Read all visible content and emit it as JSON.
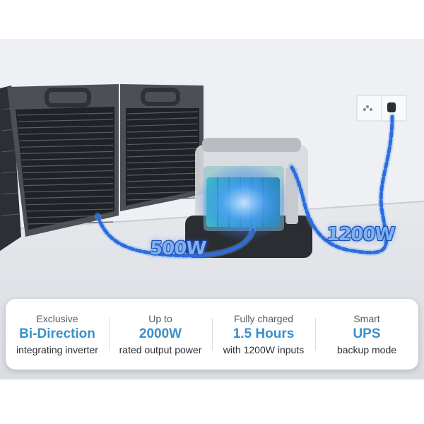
{
  "scene": {
    "labels": {
      "solar_power": "500W",
      "grid_power": "1200W"
    },
    "colors": {
      "cable_blue": "#2f6bdc",
      "glow_blue": "#6fb4ff",
      "panel_dark": "#3a3d42"
    }
  },
  "features": [
    {
      "pre": "Exclusive",
      "highlight": "Bi-Direction",
      "post": "integrating inverter"
    },
    {
      "pre": "Up to",
      "highlight": "2000W",
      "post": "rated output power"
    },
    {
      "pre": "Fully charged",
      "highlight": "1.5 Hours",
      "post": "with 1200W inputs"
    },
    {
      "pre": "Smart",
      "highlight": "UPS",
      "post": "backup mode"
    }
  ],
  "accent_color": "#3a90c8"
}
